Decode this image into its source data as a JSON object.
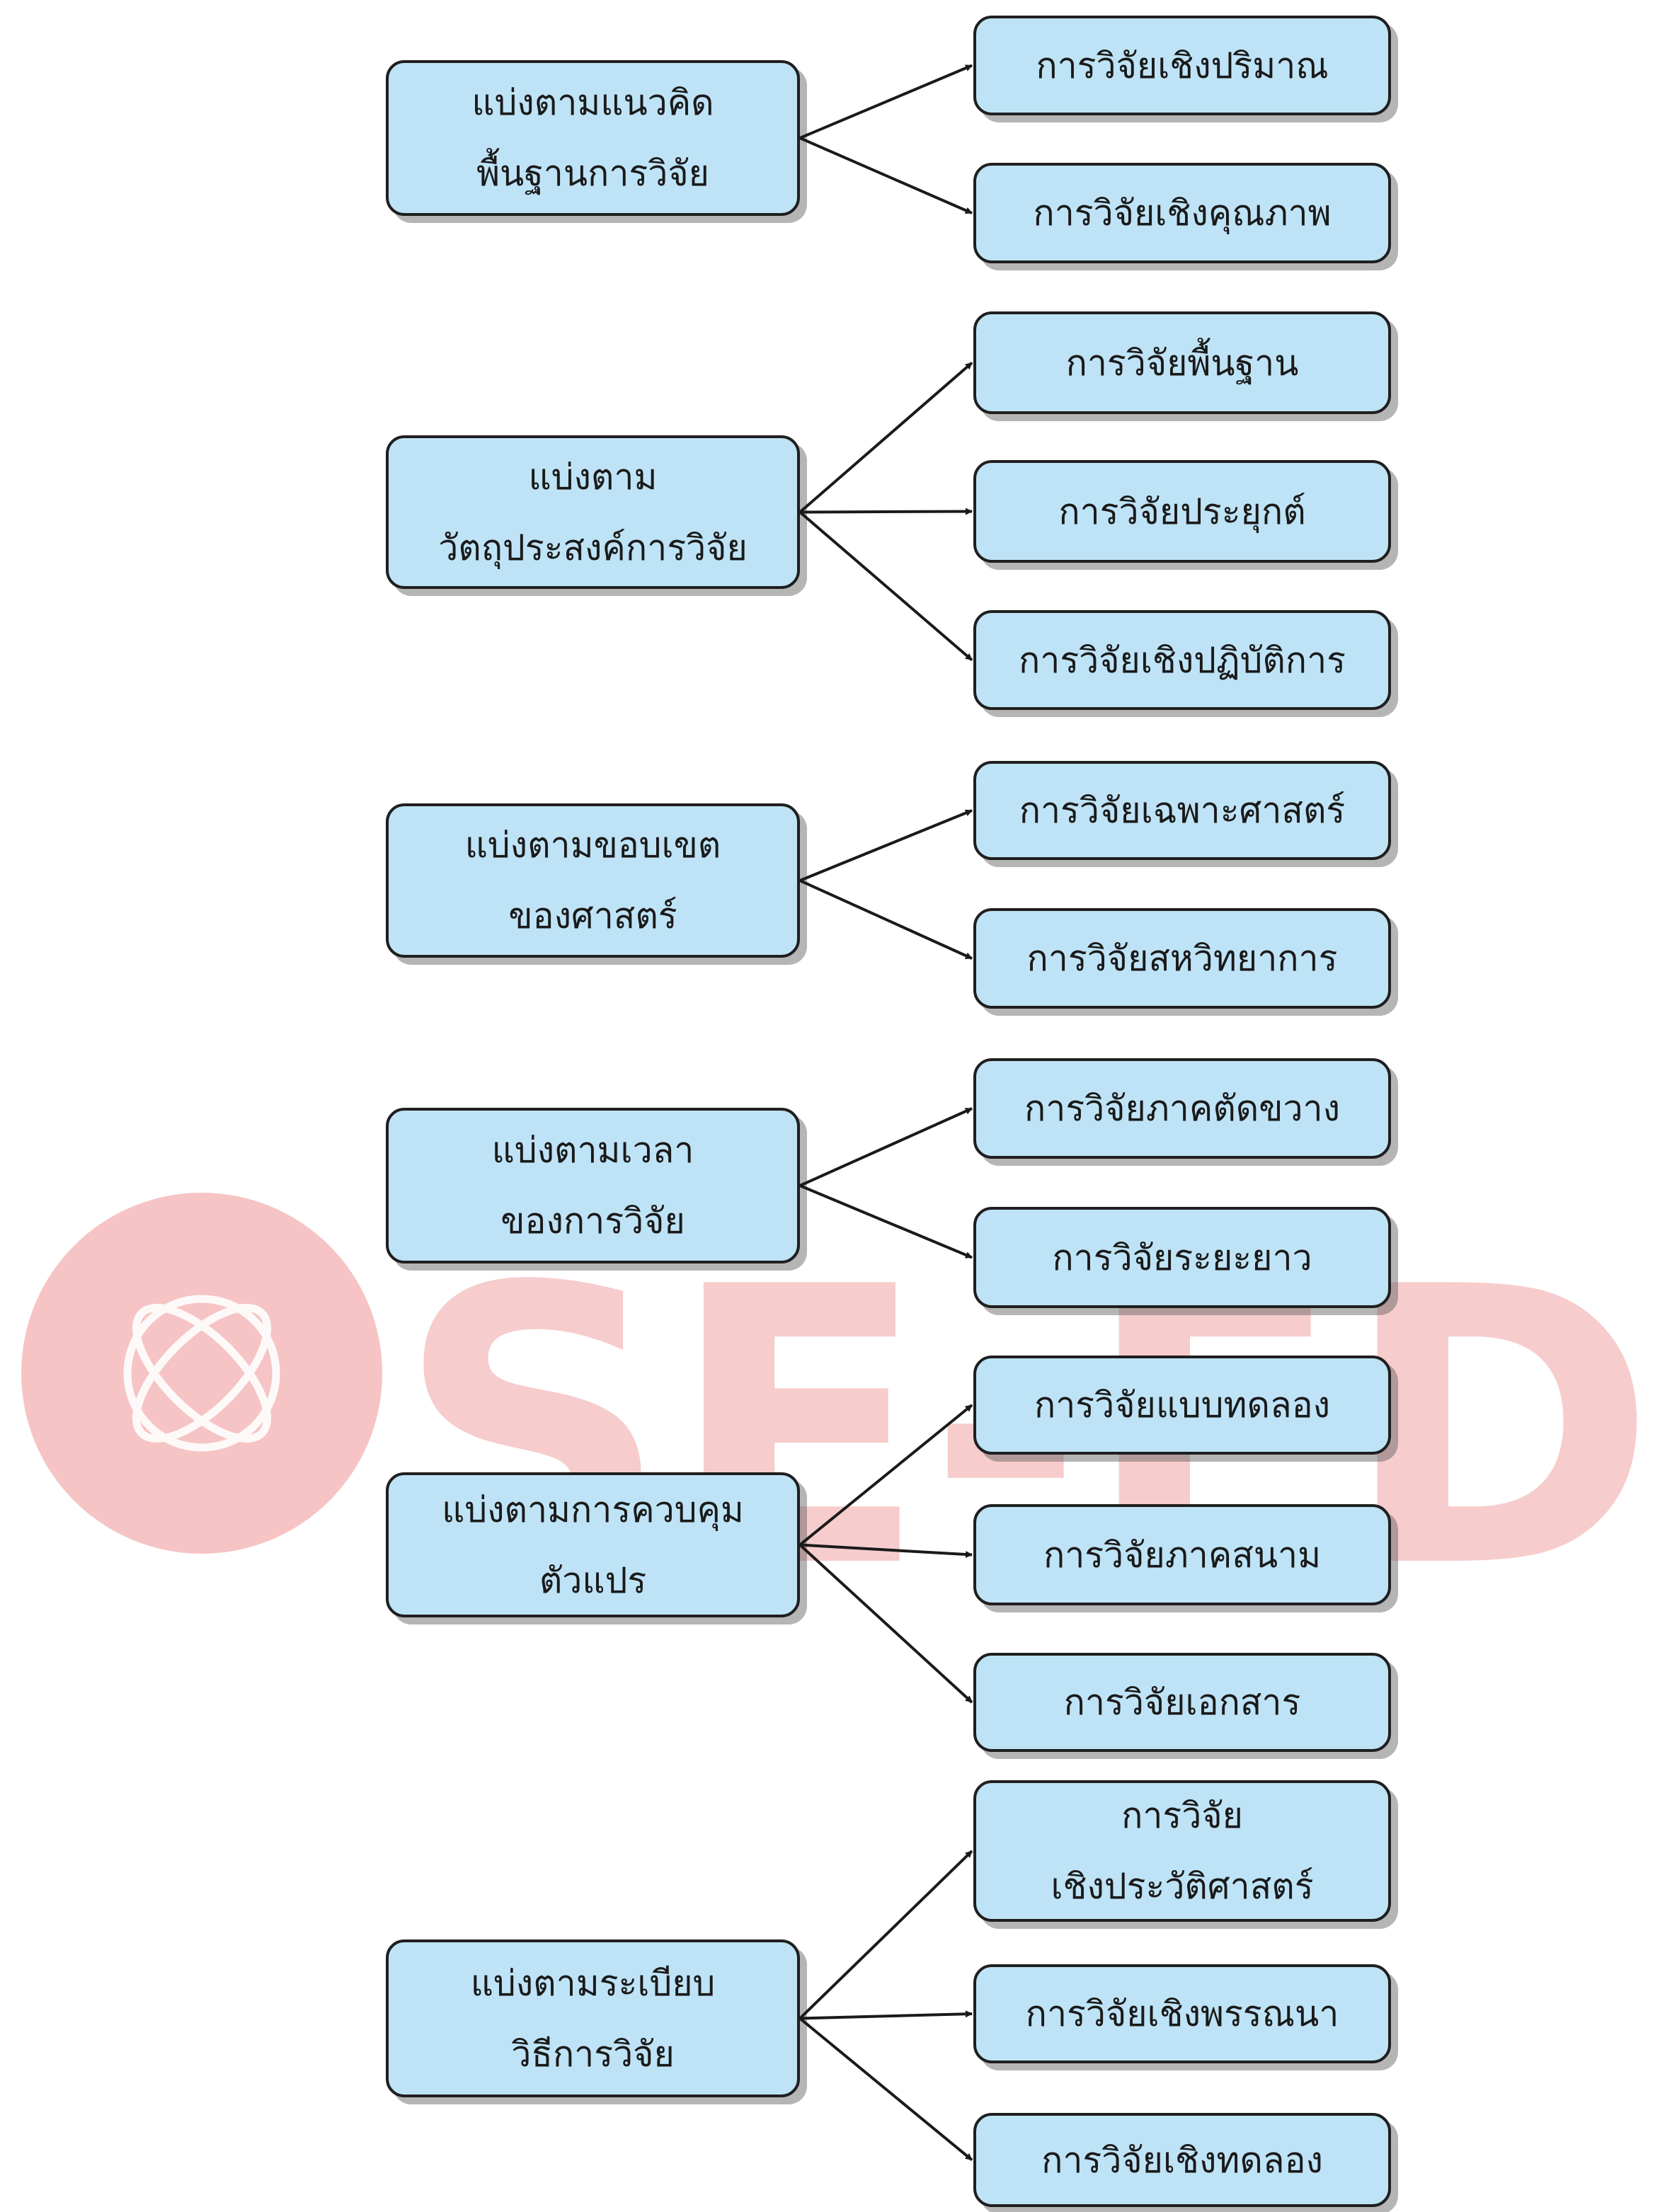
{
  "colors": {
    "box_fill": "#bfe3f6",
    "box_border": "#1f1f1f",
    "arrow": "#1a1a1a",
    "watermark": "#f6c4c4"
  },
  "watermark": {
    "brand": "SE-ED",
    "icon": "orbit-logo-icon"
  },
  "groups": [
    {
      "category": [
        "แบ่งตามแนวคิด",
        "พื้นฐานการวิจัย"
      ],
      "types": [
        [
          "การวิจัยเชิงปริมาณ"
        ],
        [
          "การวิจัยเชิงคุณภาพ"
        ]
      ]
    },
    {
      "category": [
        "แบ่งตาม",
        "วัตถุประสงค์การวิจัย"
      ],
      "types": [
        [
          "การวิจัยพื้นฐาน"
        ],
        [
          "การวิจัยประยุกต์"
        ],
        [
          "การวิจัยเชิงปฏิบัติการ"
        ]
      ]
    },
    {
      "category": [
        "แบ่งตามขอบเขต",
        "ของศาสตร์"
      ],
      "types": [
        [
          "การวิจัยเฉพาะศาสตร์"
        ],
        [
          "การวิจัยสหวิทยาการ"
        ]
      ]
    },
    {
      "category": [
        "แบ่งตามเวลา",
        "ของการวิจัย"
      ],
      "types": [
        [
          "การวิจัยภาคตัดขวาง"
        ],
        [
          "การวิจัยระยะยาว"
        ]
      ]
    },
    {
      "category": [
        "แบ่งตามการควบคุม",
        "ตัวแปร"
      ],
      "types": [
        [
          "การวิจัยแบบทดลอง"
        ],
        [
          "การวิจัยภาคสนาม"
        ],
        [
          "การวิจัยเอกสาร"
        ]
      ]
    },
    {
      "category": [
        "แบ่งตามระเบียบ",
        "วิธีการวิจัย"
      ],
      "types": [
        [
          "การวิจัย",
          "เชิงประวัติศาสตร์"
        ],
        [
          "การวิจัยเชิงพรรณนา"
        ],
        [
          "การวิจัยเชิงทดลอง"
        ]
      ]
    }
  ]
}
